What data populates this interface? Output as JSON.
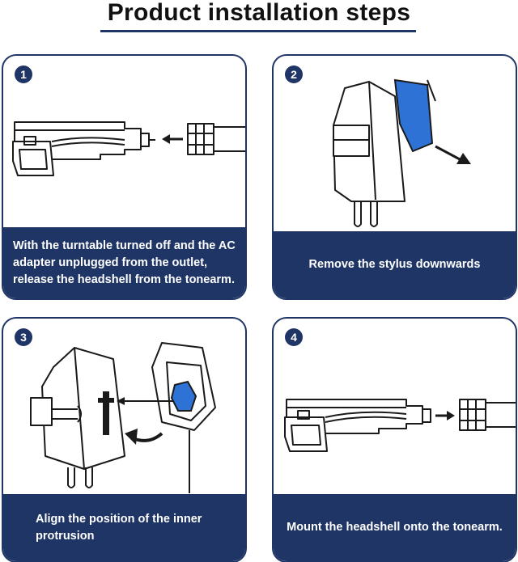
{
  "title": "Product installation steps",
  "accent_color": "#1f3566",
  "highlight_color": "#2f72d6",
  "steps": [
    {
      "number": "1",
      "illustration": "headshell-release-icon",
      "caption": "With the turntable turned off and the AC adapter unplugged from the outlet, release the headshell from the tonearm."
    },
    {
      "number": "2",
      "illustration": "stylus-removal-icon",
      "caption": "Remove the stylus downwards"
    },
    {
      "number": "3",
      "illustration": "stylus-alignment-icon",
      "caption": "Align the position of the inner protrusion"
    },
    {
      "number": "4",
      "illustration": "headshell-mount-icon",
      "caption": "Mount the headshell onto the tonearm."
    }
  ]
}
